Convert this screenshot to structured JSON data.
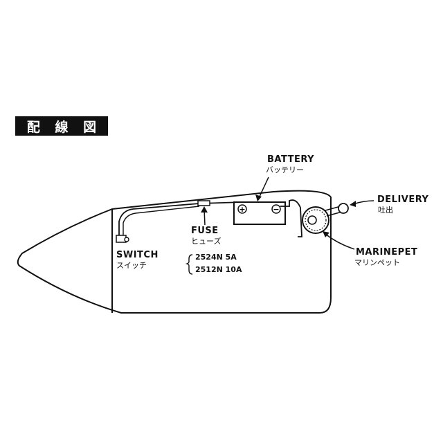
{
  "title": {
    "chars": [
      "配",
      "線",
      "図"
    ]
  },
  "labels": {
    "battery_en": "BATTERY",
    "battery_jp": "バッテリー",
    "delivery_en": "DELIVERY",
    "delivery_jp": "吐出",
    "fuse_en": "FUSE",
    "fuse_jp": "ヒューズ",
    "switch_en": "SWITCH",
    "switch_jp": "スイッチ",
    "marinepet_en": "MARINEPET",
    "marinepet_jp": "マリンペット",
    "fuse_spec_1": "2524N   5A",
    "fuse_spec_2": "2512N  10A",
    "plus_symbol": "+",
    "minus_symbol": "−"
  }
}
